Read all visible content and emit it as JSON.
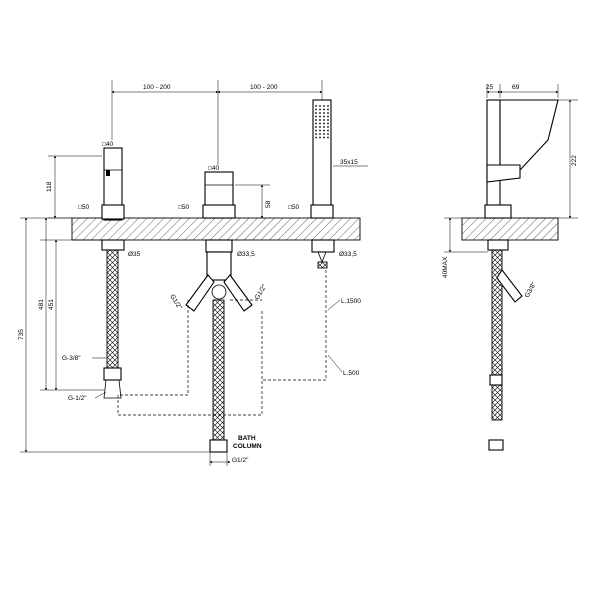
{
  "drawing": {
    "dimensions": {
      "spacing_left": "100 - 200",
      "spacing_right": "100 - 200",
      "spout_square": "□40",
      "handle_square": "□40",
      "hand_shower": "35x15",
      "spout_height": "118",
      "handle_height": "58",
      "flange_left": "□50",
      "flange_mid": "□50",
      "flange_right": "□50",
      "hole_left": "Ø35",
      "hole_mid": "Ø33,5",
      "hole_right": "Ø33,5",
      "connector_left": "G1/2\"",
      "connector_right": "G1/2\"",
      "length_1500": "L.1500",
      "length_500": "L.500",
      "thread_38": "G-3/8\"",
      "thread_12": "G-1/2\"",
      "height_481": "481",
      "height_451": "451",
      "height_735": "735",
      "bath_column_line1": "BATH",
      "bath_column_line2": "COLUMN",
      "bath_column_thread": "G1/2\"",
      "side_25": "25",
      "side_69": "69",
      "side_222": "222",
      "side_40max": "40MAX",
      "side_thread": "G3/8\""
    }
  }
}
